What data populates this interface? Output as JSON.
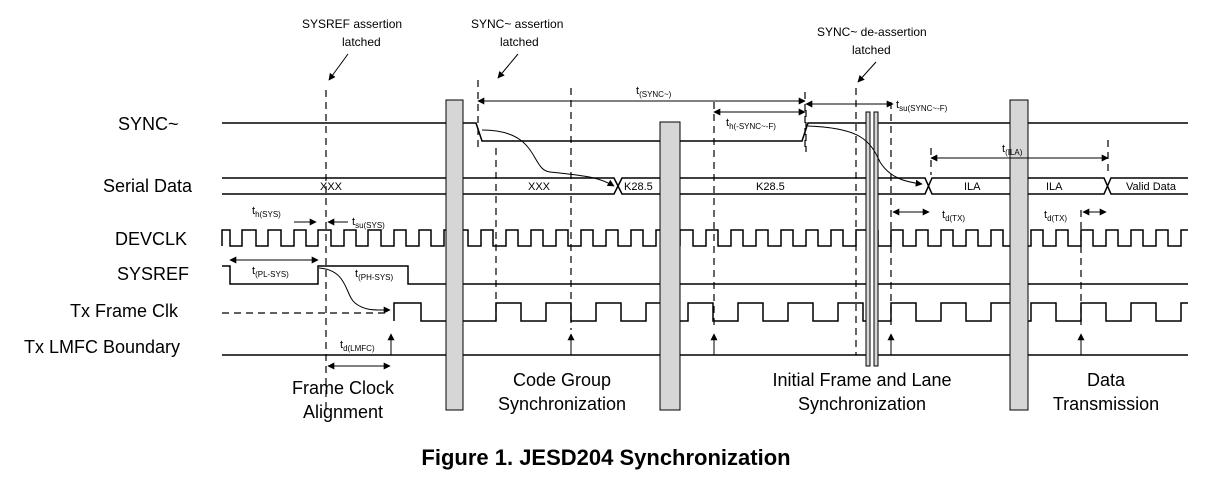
{
  "signals": [
    {
      "id": "sync",
      "label": "SYNC~"
    },
    {
      "id": "serial",
      "label": "Serial Data"
    },
    {
      "id": "devclk",
      "label": "DEVCLK"
    },
    {
      "id": "sysref",
      "label": "SYSREF"
    },
    {
      "id": "txframe",
      "label": "Tx Frame Clk"
    },
    {
      "id": "lmfc",
      "label": "Tx LMFC Boundary"
    }
  ],
  "annotations": {
    "sysref_latched": [
      "SYSREF assertion",
      "latched"
    ],
    "sync_assert_latched": [
      "SYNC~ assertion",
      "latched"
    ],
    "sync_deassert_latched": [
      "SYNC~ de-assertion",
      "latched"
    ]
  },
  "serial_data": {
    "xxx_1": "XXX",
    "xxx_2": "XXX",
    "k285_1": "K28.5",
    "k285_2": "K28.5",
    "ila_1": "ILA",
    "ila_2": "ILA",
    "valid": "Valid Data"
  },
  "timings": {
    "t_sync": {
      "main": "t",
      "sub": "(SYNC~)"
    },
    "t_su_sync_f": {
      "main": "t",
      "sub": "su(SYNC~-F)"
    },
    "t_h_sync_f": {
      "main": "t",
      "sub": "h(-SYNC~-F)"
    },
    "t_ila": {
      "main": "t",
      "sub": "(ILA)"
    },
    "t_h_sys": {
      "main": "t",
      "sub": "h(SYS)"
    },
    "t_su_sys": {
      "main": "t",
      "sub": "su(SYS)"
    },
    "t_d_tx_1": {
      "main": "t",
      "sub": "d(TX)"
    },
    "t_d_tx_2": {
      "main": "t",
      "sub": "d(TX)"
    },
    "t_pl_sys": {
      "main": "t",
      "sub": "(PL-SYS)"
    },
    "t_ph_sys": {
      "main": "t",
      "sub": "(PH-SYS)"
    },
    "t_d_lmfc": {
      "main": "t",
      "sub": "d(LMFC)"
    }
  },
  "phases": {
    "frame_clock": [
      "Frame Clock",
      "Alignment"
    ],
    "code_group": [
      "Code Group",
      "Synchronization"
    ],
    "ila_sync": [
      "Initial Frame and Lane",
      "Synchronization"
    ],
    "data_tx": [
      "Data",
      "Transmission"
    ]
  },
  "caption": "Figure 1.  JESD204 Synchronization"
}
